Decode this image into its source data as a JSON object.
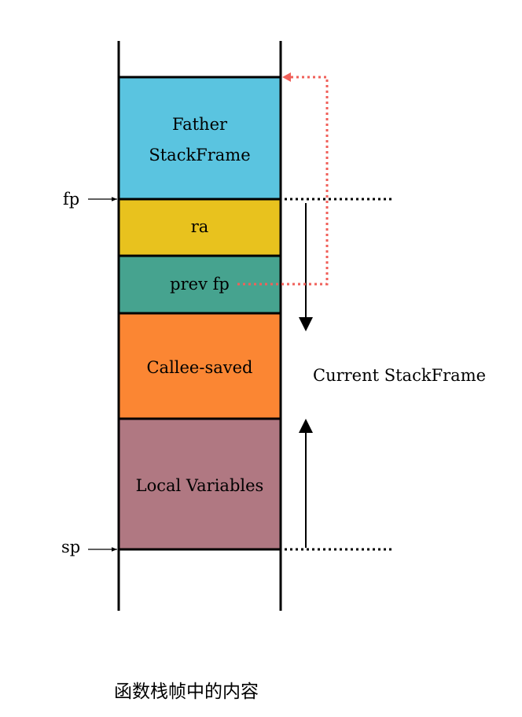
{
  "frames": [
    {
      "key": "father",
      "lines": [
        "Father",
        "StackFrame"
      ],
      "color": "#5AC4E0"
    },
    {
      "key": "ra",
      "lines": [
        "ra"
      ],
      "color": "#E8C21E"
    },
    {
      "key": "prev_fp",
      "lines": [
        "prev fp"
      ],
      "color": "#46A38F"
    },
    {
      "key": "callee_saved",
      "lines": [
        "Callee-saved"
      ],
      "color": "#FB8633"
    },
    {
      "key": "local_vars",
      "lines": [
        "Local Variables"
      ],
      "color": "#B07882"
    }
  ],
  "pointers": {
    "fp": "fp",
    "sp": "sp"
  },
  "current_frame_label": "Current StackFrame",
  "caption": "函数栈帧中的内容",
  "colors": {
    "stroke": "#000000",
    "prev_fp_link": "#F0605A"
  }
}
